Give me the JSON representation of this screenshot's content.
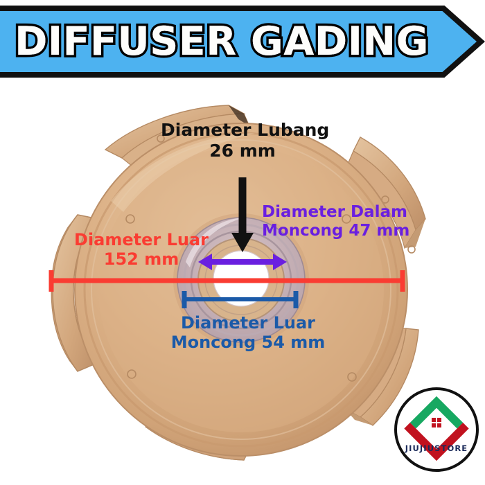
{
  "banner": {
    "title": "DIFFUSER GADING",
    "fill_color": "#4db2f0",
    "border_color": "#111111",
    "text_color": "#fdfdfb",
    "text_outline_color": "#000000",
    "shape": "right-arrow-chevron"
  },
  "product": {
    "name": "pump-diffuser",
    "body_color": "#dcb088",
    "body_shadow_color": "#c79a6e",
    "hub_ring_color": "#c8b5bb",
    "hub_hole_color": "#ffffff",
    "background_color": "#ffffff"
  },
  "annotations": [
    {
      "name": "diameter-lubang",
      "line1": "Diameter Lubang",
      "line2": "26 mm",
      "value": "26 mm",
      "color": "#111111",
      "marker": "down-arrow"
    },
    {
      "name": "diameter-luar",
      "line1": "Diameter Luar",
      "line2": "152 mm",
      "value": "152 mm",
      "color": "#fa3c32",
      "marker": "horizontal-dimension-line"
    },
    {
      "name": "diameter-dalam-moncong",
      "line1": "Diameter Dalam",
      "line2": "Moncong 47 mm",
      "value": "47 mm",
      "color": "#6a1fe0",
      "marker": "double-headed-arrow"
    },
    {
      "name": "diameter-luar-moncong",
      "line1": "Diameter Luar",
      "line2": "Moncong 54 mm",
      "value": "54 mm",
      "color": "#1b5aa8",
      "marker": "horizontal-dimension-line"
    }
  ],
  "store_badge": {
    "name": "JIUJIUSTORE",
    "text_color": "#1b2a5a",
    "ring_color": "#111111",
    "mark_green": "#17a861",
    "mark_red": "#c1121f"
  }
}
